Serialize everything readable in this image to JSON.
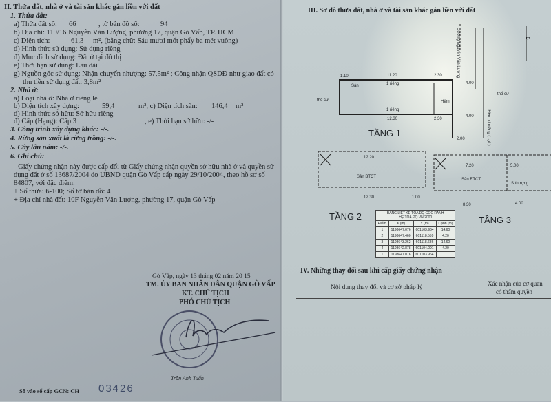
{
  "left": {
    "heading": "II. Thửa đất, nhà ở và tài sản khác gắn liền với đất",
    "s1": "1. Thửa đất:",
    "a_label": "a) Thửa đất số:",
    "a_val": "66",
    "a_map_label": ", tờ bản đồ số:",
    "a_map_val": "94",
    "b": "b) Địa chỉ:  119/16 Nguyễn Văn Lượng, phường 17, quận Gò Vấp, TP. HCM",
    "c_label": "c) Diện tích:",
    "c_val": "61,3",
    "c_rest": "m², (bằng chữ: Sáu mươi mốt phẩy ba mét vuông)",
    "d": "d) Hình thức sử dụng: Sử dụng riêng",
    "dd": "đ) Mục đích sử dụng:  Đất ở tại đô thị",
    "e": "e) Thời hạn sử dụng:  Lâu dài",
    "g1": "g) Nguồn gốc sử dụng: Nhận chuyển nhượng: 57,5m² ; Công nhận QSDĐ như giao đất có",
    "g2": "thu tiền sử dụng đất: 3,8m²",
    "s2": "2. Nhà ở:",
    "h_a": "a) Loại nhà ở:  Nhà ở riêng lẻ",
    "h_b_label": "b) Diện tích xây dựng:",
    "h_b_val": "59,4",
    "h_c_label": "m², c) Diện tích sàn:",
    "h_c_val": "146,4",
    "h_c_unit": "m²",
    "h_d": "d) Hình thức sở hữu: Sở hữu riêng",
    "h_dd": "đ) Cấp (Hạng):  Cấp 3",
    "h_e": ", e) Thời hạn sở hữu:  -/-",
    "s3": "3. Công trình xây dựng khác: -/-.",
    "s4": "4. Rừng sản xuất là rừng trồng: -/-.",
    "s5": "5. Cây lâu năm:  -/-.",
    "s6": "6. Ghi chú:",
    "n1": "- Giấy chứng nhận này được cấp đổi từ Giấy chứng nhận quyền sở hữu nhà ở và quyền sử",
    "n2": "dụng đất ở số 13687/2004 do UBND quận Gò Vấp cấp ngày 29/10/2004, theo hồ sơ số",
    "n3": "84807, với đặc điểm:",
    "n4": "+ Số thửa: 6-100; Số tờ bản đồ: 4",
    "n5": "+ Địa chỉ nhà đất: 10F Nguyễn Văn Lượng, phường 17, quận Gò Vấp",
    "date": "Gò Vấp, ngày  13  tháng  02  năm 20 15",
    "org": "TM. ỦY BAN NHÂN DÂN QUẬN GÒ VẤP",
    "kt": "KT. CHỦ TỊCH",
    "pct": "PHÓ CHỦ TỊCH",
    "signer": "Trần Anh Tuấn",
    "reg_label": "Số vào sổ cấp GCN: CH",
    "reg_val": "03426"
  },
  "right": {
    "heading": "III. Sơ đồ thửa đất, nhà ở và tài sản khác gắn liền với đất",
    "street": "Đường Nguyễn Văn Lượng",
    "north": "B",
    "floor1": "TẦNG 1",
    "floor2": "TẦNG 2",
    "floor3": "TẦNG 3",
    "labels": {
      "tho_cu": "thổ cư",
      "hem": "Hẻm",
      "rieng": "1 riêng",
      "san_btct": "Sân BTCT",
      "san": "Sân",
      "s_thuong": "S.thượng",
      "hem_road": "Hẻm xi măng ( cụt )"
    },
    "dims": {
      "d1": "1.10",
      "d2": "11.20",
      "d3": "2.30",
      "d4": "4.00",
      "d5": "12.30",
      "d6": "2.30",
      "d7": "4.00",
      "d8": "12.20",
      "d9": "12.30",
      "d10": "1.00",
      "d11": "7.20",
      "d12": "5.00",
      "d13": "8.30",
      "d14": "4.00",
      "d15": "2.00"
    },
    "table": {
      "title1": "BẢNG LIỆT KÊ TỌA ĐỘ GÓC RANH",
      "title2": "HỆ TỌA ĐỘ VN 2000",
      "headers": [
        "Điểm",
        "X (m)",
        "Y (m)",
        "Cạnh (m)"
      ],
      "rows": [
        [
          "1",
          "1198647.076",
          "601103.964",
          "14.60"
        ],
        [
          "2",
          "1198647.460",
          "601118.559",
          "4.20"
        ],
        [
          "3",
          "1198643.262",
          "601118.686",
          "14.60"
        ],
        [
          "4",
          "1198642.878",
          "601104.091",
          "4.20"
        ],
        [
          "1",
          "1198647.076",
          "601103.964",
          ""
        ]
      ]
    },
    "changes_heading": "IV. Những thay đổi sau khi cấp giấy chứng nhận",
    "col1": "Nội dung thay đổi và cơ sở pháp lý",
    "col2a": "Xác nhận của cơ quan",
    "col2b": "có thẩm quyền"
  }
}
